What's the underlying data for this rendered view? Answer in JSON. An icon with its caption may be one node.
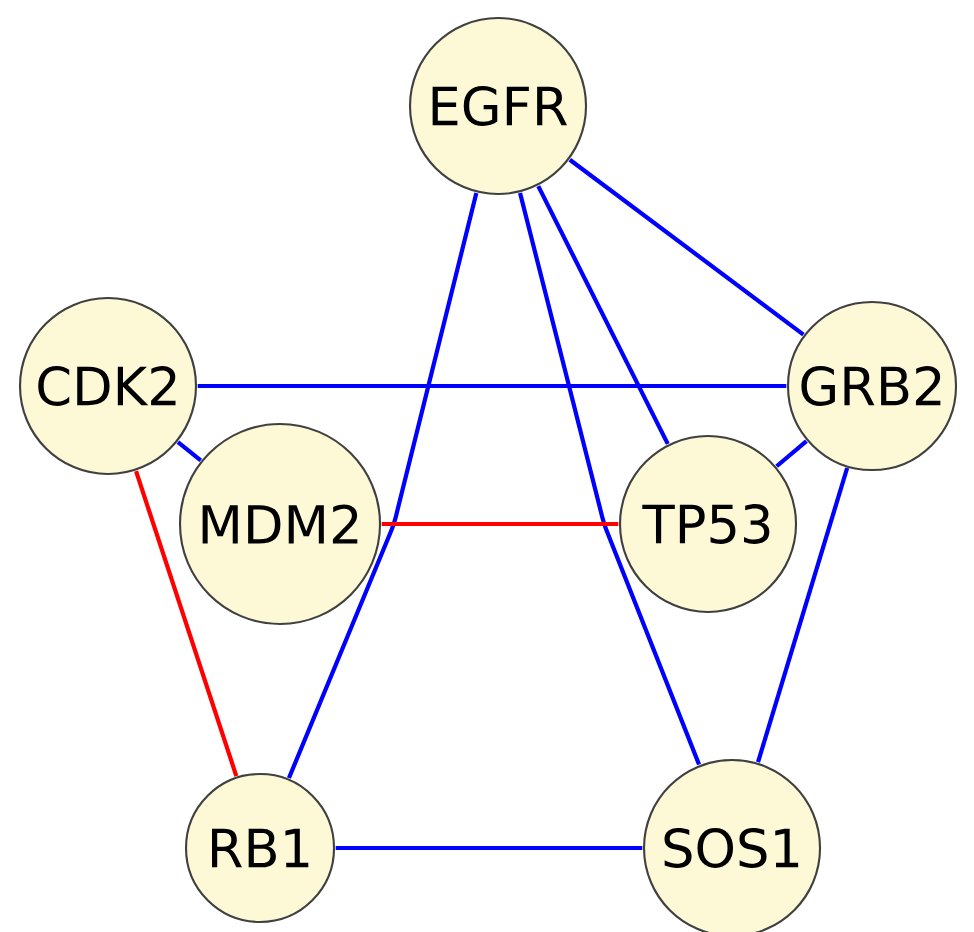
{
  "diagram": {
    "nodes": [
      {
        "text": [
          "EGFR"
        ]
      },
      {
        "text": [
          "CDK2"
        ]
      },
      {
        "text": [
          "GRB2"
        ]
      },
      {
        "text": [
          "MDM2"
        ]
      },
      {
        "text": [
          "TP53"
        ]
      },
      {
        "text": [
          "RB1"
        ]
      },
      {
        "text": [
          "SOS1"
        ]
      }
    ],
    "edges": [
      {
        "from": 0,
        "to": 5,
        "arrow": "none"
      },
      {
        "from": 0,
        "to": 2,
        "arrow": "none"
      },
      {
        "from": 0,
        "to": 4,
        "arrow": "none"
      },
      {
        "from": 0,
        "to": 6,
        "arrow": "none"
      },
      {
        "from": 1,
        "to": 2,
        "arrow": "none"
      },
      {
        "from": 1,
        "to": 3,
        "arrow": "none"
      },
      {
        "from": 1,
        "to": 5,
        "arrow": "none",
        "color": "#ff0000"
      },
      {
        "from": 3,
        "to": 4,
        "arrow": "none",
        "color": "#ff0000"
      },
      {
        "from": 2,
        "to": 4,
        "arrow": "none"
      },
      {
        "from": 2,
        "to": 6,
        "arrow": "none"
      },
      {
        "from": 5,
        "to": 6,
        "arrow": "none"
      }
    ]
  }
}
